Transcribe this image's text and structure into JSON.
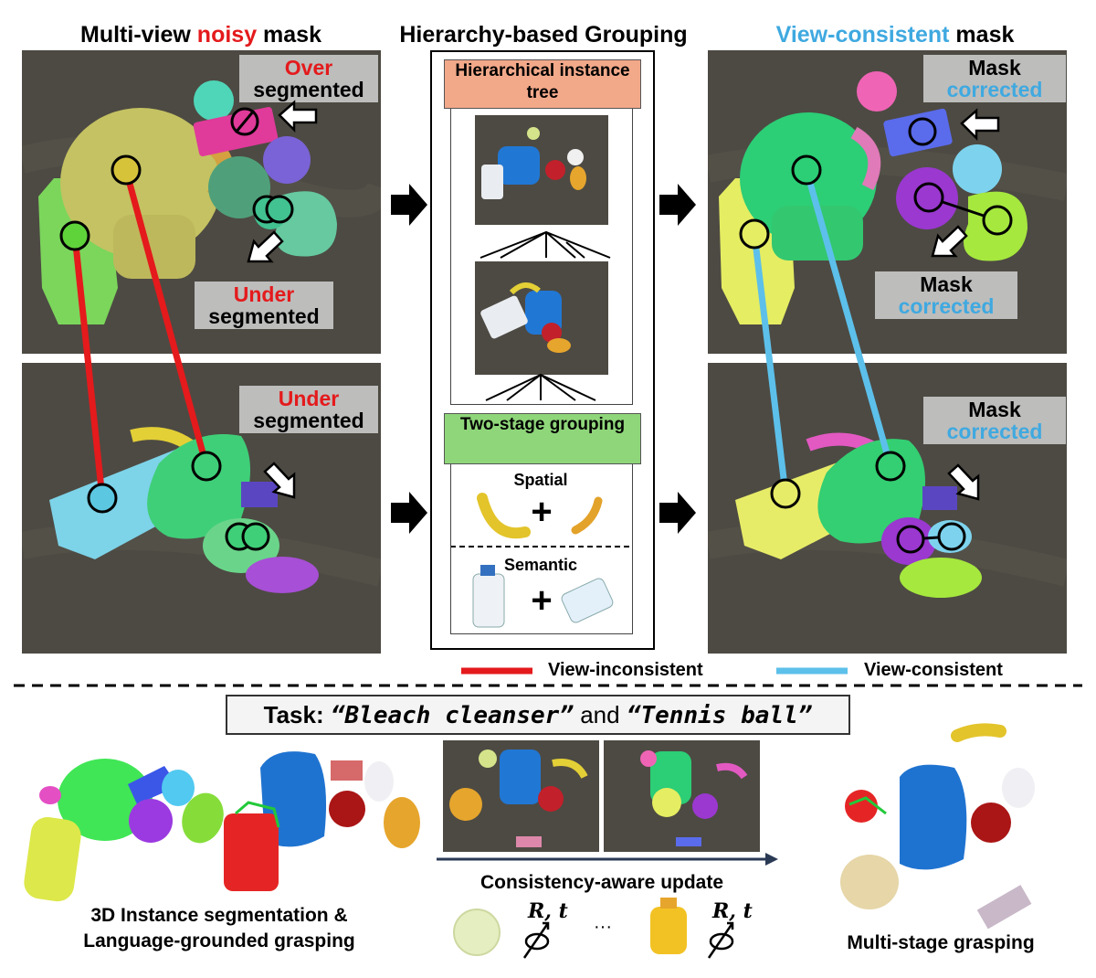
{
  "headers": {
    "left_pre": "Multi-view ",
    "left_noisy": "noisy",
    "left_post": " mask",
    "center": "Hierarchy-based Grouping",
    "right_vc": "View-consistent",
    "right_post": " mask"
  },
  "tags": {
    "over": {
      "l1": "Over",
      "l2": "segmented"
    },
    "under1": {
      "l1": "Under",
      "l2": "segmented"
    },
    "under2": {
      "l1": "Under",
      "l2": "segmented"
    },
    "mask1": {
      "l1": "Mask",
      "l2": "corrected"
    },
    "mask2": {
      "l1": "Mask",
      "l2": "corrected"
    },
    "mask3": {
      "l1": "Mask",
      "l2": "corrected"
    }
  },
  "center": {
    "tree_label": "Hierarchical instance tree",
    "group_label": "Two-stage grouping",
    "spatial": "Spatial",
    "semantic": "Semantic",
    "plus": "+"
  },
  "legend": {
    "inconsistent": "View-inconsistent",
    "consistent": "View-consistent"
  },
  "task": {
    "prefix": "Task:",
    "q1": "“Bleach cleanser”",
    "and": "and",
    "q2": "“Tennis ball”"
  },
  "bottom": {
    "left_caption_l1": "3D Instance segmentation &",
    "left_caption_l2": "Language-grounded grasping",
    "update": "Consistency-aware update",
    "rt1": "R, t",
    "rt2": "R, t",
    "ellipsis": "···",
    "right_caption": "Multi-stage grasping"
  },
  "colors": {
    "inconsistent_line": "#e41a1c",
    "consistent_line": "#5cc0ea",
    "tree_header": "#f2a98a",
    "group_header": "#8fd67a"
  }
}
